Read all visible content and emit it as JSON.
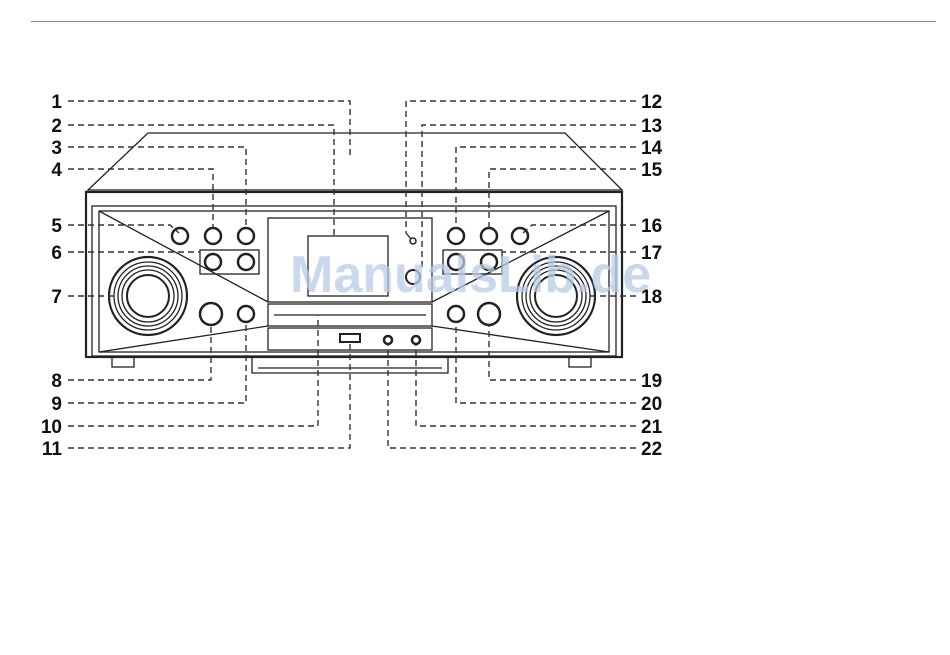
{
  "watermark": "ManualsLib.de",
  "callouts_left": [
    "1",
    "2",
    "3",
    "4",
    "5",
    "6",
    "7",
    "8",
    "9",
    "10",
    "11"
  ],
  "callouts_right": [
    "12",
    "13",
    "14",
    "15",
    "16",
    "17",
    "18",
    "19",
    "20",
    "21",
    "22"
  ]
}
